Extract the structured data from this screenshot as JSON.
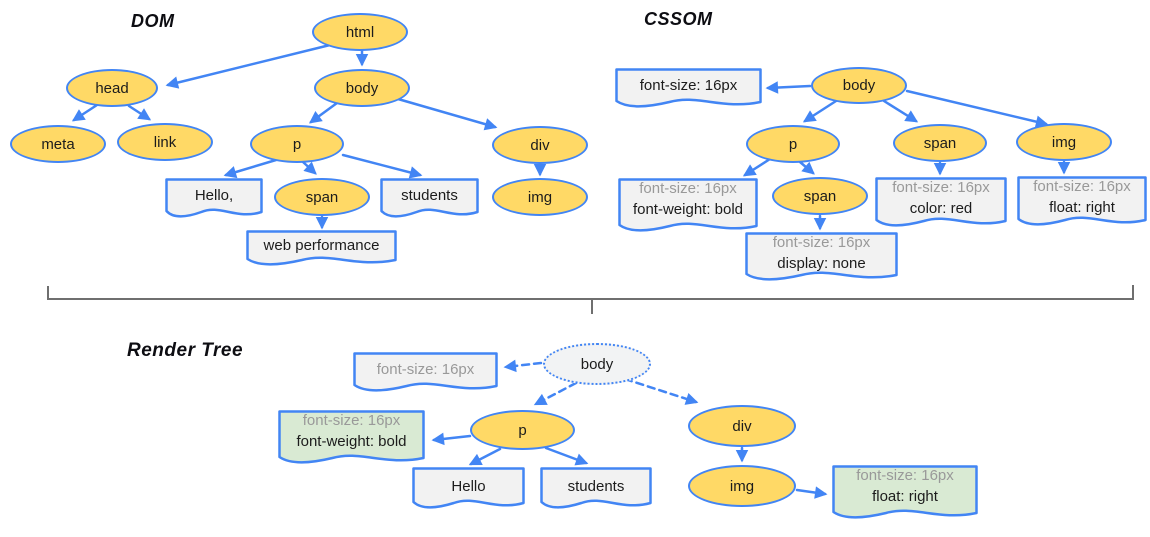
{
  "titles": {
    "dom": "DOM",
    "cssom": "CSSOM",
    "render_tree": "Render Tree"
  },
  "dom": {
    "nodes": {
      "html": "html",
      "head": "head",
      "body": "body",
      "meta": "meta",
      "link": "link",
      "p": "p",
      "span": "span",
      "div": "div",
      "img": "img"
    },
    "text_nodes": {
      "hello": "Hello,",
      "students": "students",
      "web_performance": "web performance"
    }
  },
  "cssom": {
    "nodes": {
      "body": "body",
      "p": "p",
      "span": "span",
      "span_in_p": "span",
      "img": "img"
    },
    "styles": {
      "body": {
        "line1": "font-size: 16px"
      },
      "p": {
        "line1": "font-size: 16px",
        "line2": "font-weight: bold"
      },
      "span": {
        "line1": "font-size: 16px",
        "line2": "color: red"
      },
      "span_in_p": {
        "line1": "font-size: 16px",
        "line2": "display: none"
      },
      "img": {
        "line1": "font-size: 16px",
        "line2": "float: right"
      }
    }
  },
  "render_tree": {
    "nodes": {
      "body": "body",
      "p": "p",
      "div": "div",
      "img": "img"
    },
    "text_nodes": {
      "hello": "Hello",
      "students": "students"
    },
    "styles": {
      "body": {
        "line1": "font-size: 16px"
      },
      "p": {
        "line1": "font-size: 16px",
        "line2": "font-weight: bold"
      },
      "img": {
        "line1": "font-size: 16px",
        "line2": "float: right"
      }
    }
  },
  "colors": {
    "node_fill": "#ffd966",
    "node_border": "#4285f4",
    "arrow": "#4285f4",
    "box_fill": "#f2f2f2",
    "green_box_fill": "#d9ead3",
    "inherited_text": "#999999",
    "text": "#1c1c1c",
    "brace": "#6f6f6f"
  }
}
